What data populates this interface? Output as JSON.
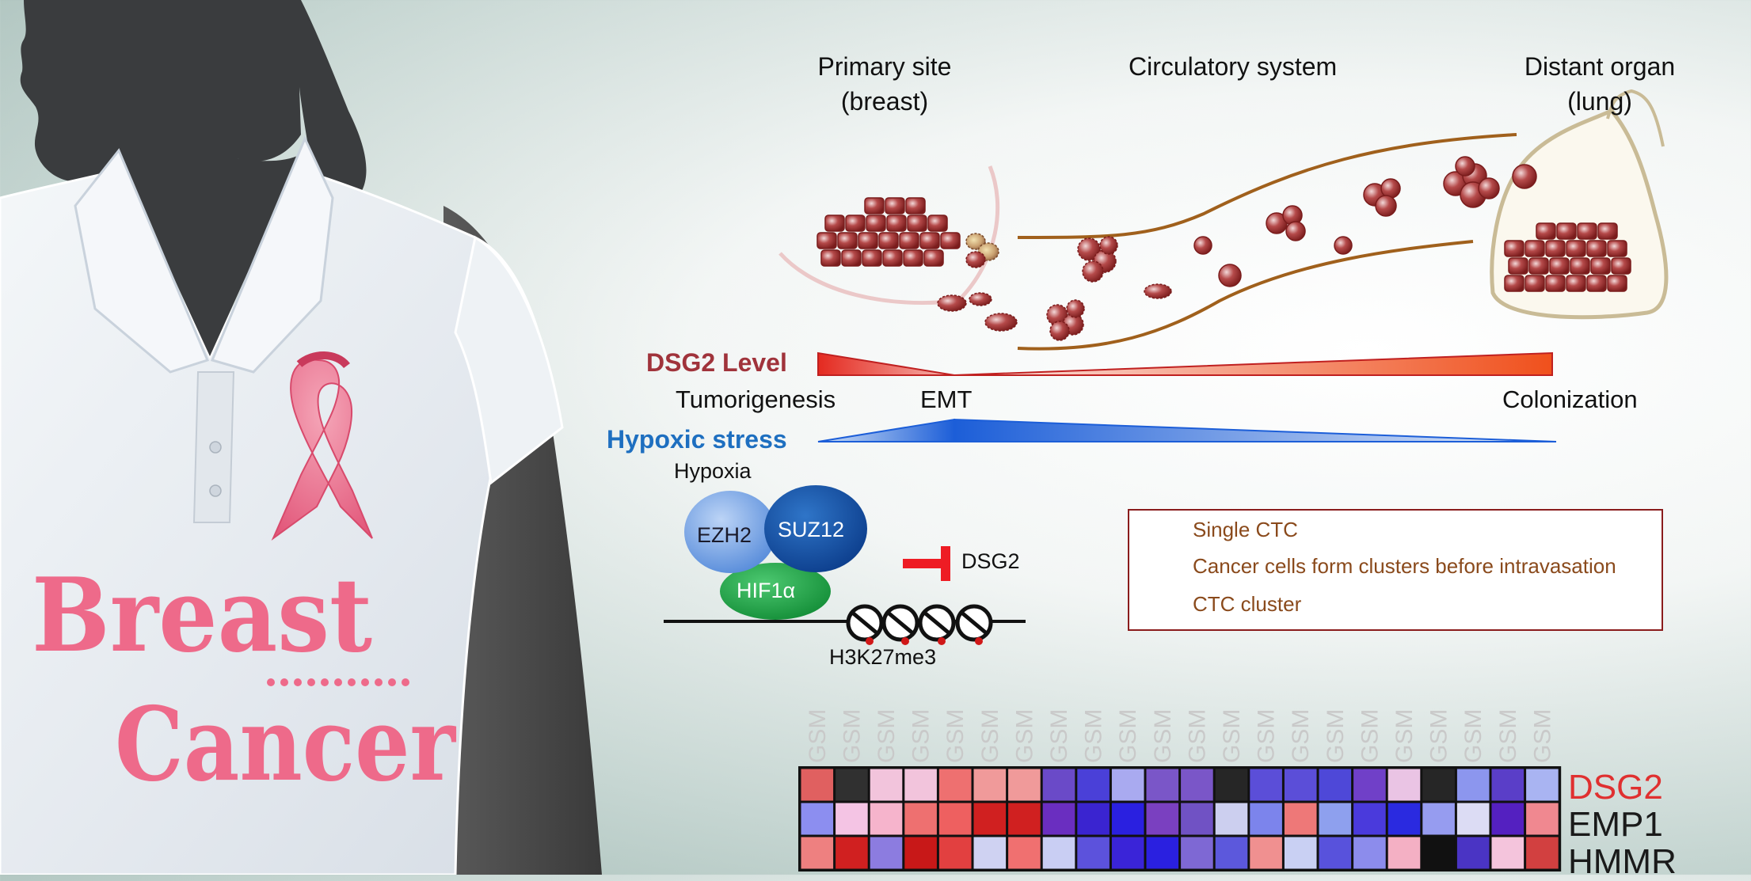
{
  "poster": {
    "title_line1": "Breast",
    "title_line2": "Cancer"
  },
  "sites": {
    "primary_l1": "Primary site",
    "primary_l2": "(breast)",
    "circulatory": "Circulatory system",
    "distant_l1": "Distant organ",
    "distant_l2": "(lung)"
  },
  "gradients": {
    "dsg2_level": "DSG2 Level",
    "tumorigenesis": "Tumorigenesis",
    "emt": "EMT",
    "colonization": "Colonization",
    "hypoxic_stress": "Hypoxic stress"
  },
  "mechanism": {
    "hypoxia": "Hypoxia",
    "ezh2": "EZH2",
    "suz12": "SUZ12",
    "hif1a": "HIF1α",
    "dsg2": "DSG2",
    "h3k27me3": "H3K27me3"
  },
  "legend": {
    "single_ctc": "Single  CTC",
    "clusters_before": "Cancer cells  form clusters before intravasation",
    "ctc_cluster": "CTC cluster"
  },
  "heatmap": {
    "sample_prefix": "GSM",
    "genes": [
      {
        "name": "DSG2",
        "color": "#e03030"
      },
      {
        "name": "EMP1",
        "color": "#1a1a1a"
      },
      {
        "name": "HMMR",
        "color": "#1a1a1a"
      }
    ],
    "rows": [
      [
        "#e06060",
        "#303030",
        "#f2c4dc",
        "#f2c4dc",
        "#ee7070",
        "#f09a9a",
        "#f09a9a",
        "#6a4ac8",
        "#4a40d8",
        "#a9aaf0",
        "#7a56c8",
        "#7a56c8",
        "#262626",
        "#5b4ed8",
        "#5b4ed8",
        "#4e48d8",
        "#7040c8",
        "#eac4e4",
        "#262626",
        "#8c96ee",
        "#5a3ec8",
        "#a9b4f2"
      ],
      [
        "#8c8ef0",
        "#f4c4e4",
        "#f6b4cc",
        "#ee7070",
        "#ee6060",
        "#d02020",
        "#d02020",
        "#6a2ec0",
        "#3a24d0",
        "#2a20e0",
        "#7a40c0",
        "#7052c4",
        "#cccfef",
        "#7c84ec",
        "#ee7878",
        "#8ea0ee",
        "#4a3adc",
        "#2a2ae0",
        "#969cf0",
        "#dcdcf4",
        "#5420c0",
        "#f08890"
      ],
      [
        "#ee8080",
        "#d02020",
        "#8c7ce0",
        "#c81818",
        "#e24040",
        "#cfd2f2",
        "#f07070",
        "#c9cef3",
        "#5c52dc",
        "#3a24d8",
        "#2a20e0",
        "#7e68d4",
        "#5c58dc",
        "#f09090",
        "#c9d0f3",
        "#5852dc",
        "#8c8cec",
        "#f4b0c4",
        "#111111",
        "#4a34c4",
        "#f4c4dc",
        "#d24040"
      ]
    ]
  }
}
